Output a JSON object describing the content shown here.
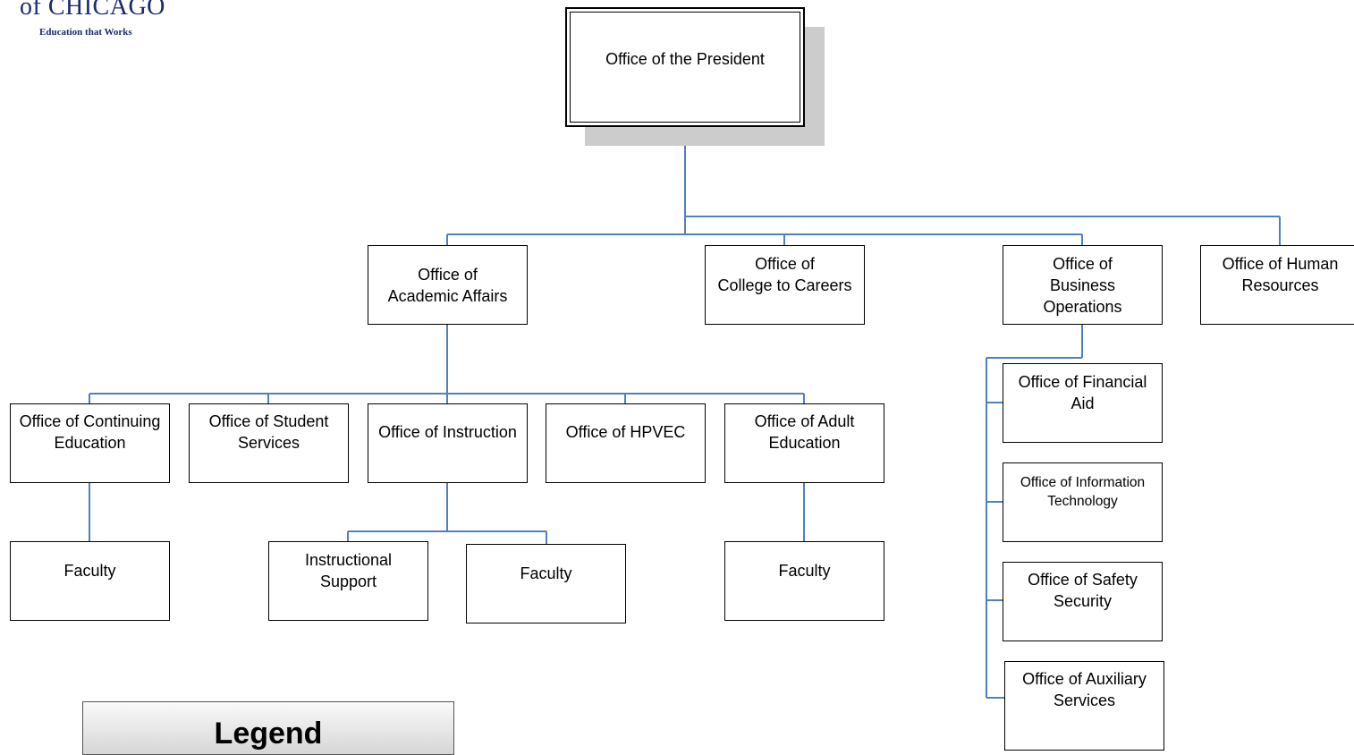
{
  "logo": {
    "line1": "of CHICAGO",
    "line2": "Education that Works"
  },
  "president": "Office of the President",
  "level1": {
    "academic": "Office of\nAcademic Affairs",
    "careers": "Office of\nCollege to Careers",
    "business": "Office of\nBusiness\nOperations",
    "hr": "Office of Human\nResources"
  },
  "academic_children": {
    "continuing": "Office of Continuing\nEducation",
    "student": "Office of Student\nServices",
    "instruction": "Office of Instruction",
    "hpvec": "Office of HPVEC",
    "adult": "Office of Adult\nEducation"
  },
  "level3": {
    "continuing_faculty": "Faculty",
    "instructional_support": "Instructional\nSupport",
    "instruction_faculty": "Faculty",
    "adult_faculty": "Faculty"
  },
  "business_children": {
    "financial_aid": "Office of Financial\nAid",
    "it": "Office of Information\nTechnology",
    "safety": "Office of Safety\nSecurity",
    "auxiliary": "Office of Auxiliary\nServices"
  },
  "legend": {
    "title": "Legend"
  },
  "colors": {
    "connector": "#4f81bd",
    "logo": "#1a2a6c",
    "shadow": "#cccccc"
  }
}
